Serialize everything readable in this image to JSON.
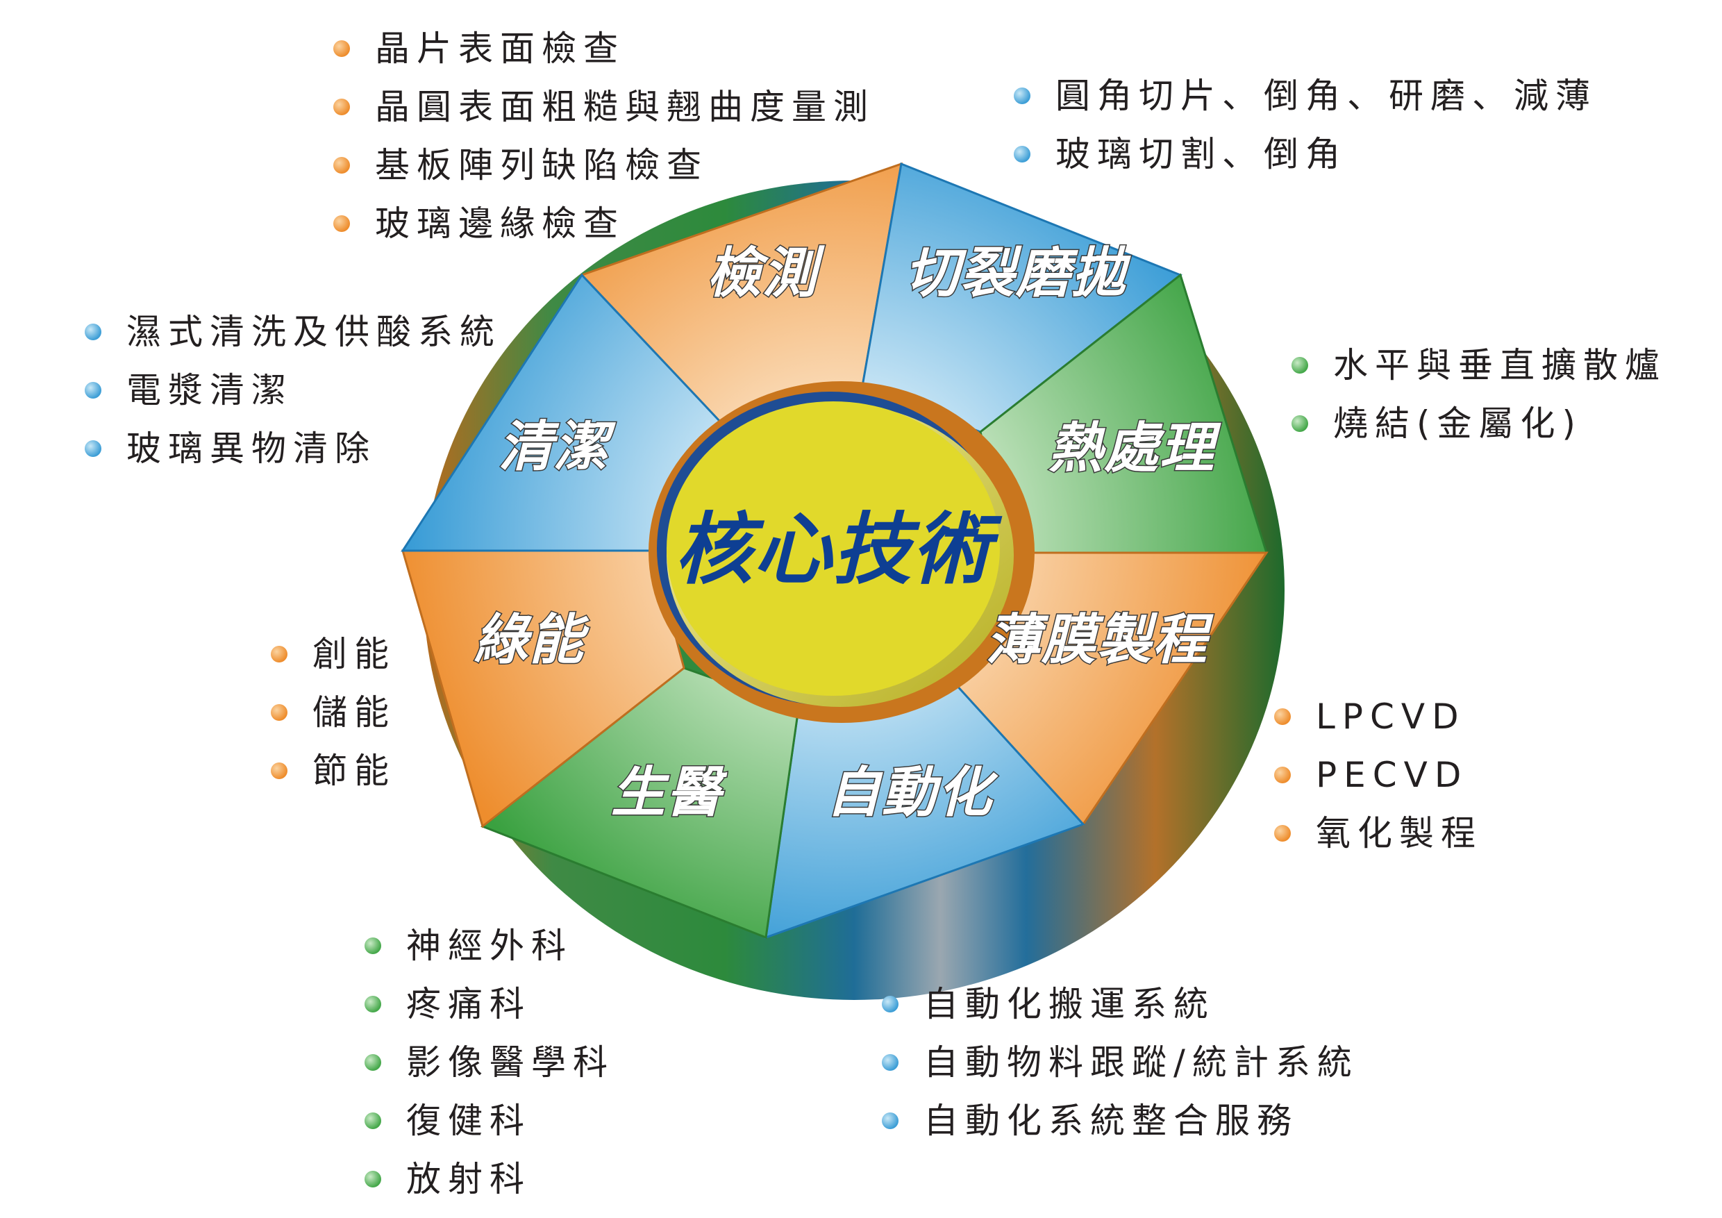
{
  "center": {
    "label": "核心技術"
  },
  "segments": [
    {
      "label": "檢測"
    },
    {
      "label": "切裂磨拋"
    },
    {
      "label": "熱處理"
    },
    {
      "label": "薄膜製程"
    },
    {
      "label": "自動化"
    },
    {
      "label": "生醫"
    },
    {
      "label": "綠能"
    },
    {
      "label": "清潔"
    }
  ],
  "bullets": {
    "inspection": [
      "晶片表面檢查",
      "晶圓表面粗糙與翹曲度量測",
      "基板陣列缺陷檢查",
      "玻璃邊緣檢查"
    ],
    "cutting": [
      "圓角切片、倒角、研磨、減薄",
      "玻璃切割、倒角"
    ],
    "heat": [
      "水平與垂直擴散爐",
      "燒結(金屬化)"
    ],
    "thinfilm": [
      "LPCVD",
      "PECVD",
      "氧化製程"
    ],
    "automation": [
      "自動化搬運系統",
      "自動物料跟蹤/統計系統",
      "自動化系統整合服務"
    ],
    "biomed": [
      "神經外科",
      "疼痛科",
      "影像醫學科",
      "復健科",
      "放射科"
    ],
    "green": [
      "創能",
      "儲能",
      "節能"
    ],
    "cleaning": [
      "濕式清洗及供酸系統",
      "電漿清潔",
      "玻璃異物清除"
    ]
  },
  "colors": {
    "orange": "#ee8d2d",
    "blue": "#3d9ed6",
    "green": "#45a84a",
    "hub": "#e1d92b",
    "hub_text": "#0e3f93"
  }
}
